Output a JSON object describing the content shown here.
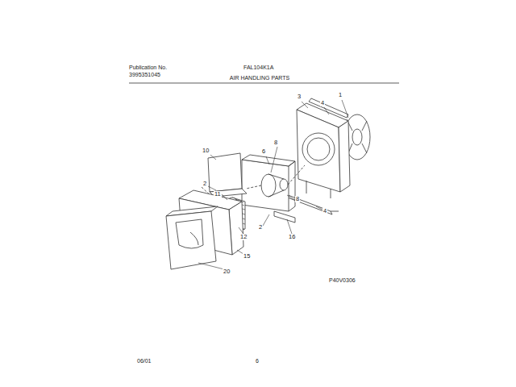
{
  "diagram": {
    "title": "AIR HANDLING PARTS",
    "labels": [
      "Publication No.",
      "3995351045",
      "FAL104K1A",
      "3",
      "4",
      "1",
      "10",
      "6",
      "8",
      "2",
      "11",
      "8",
      "4",
      "12",
      "2",
      "16",
      "15",
      "20",
      "P40V0306",
      "06/01",
      "6"
    ]
  }
}
